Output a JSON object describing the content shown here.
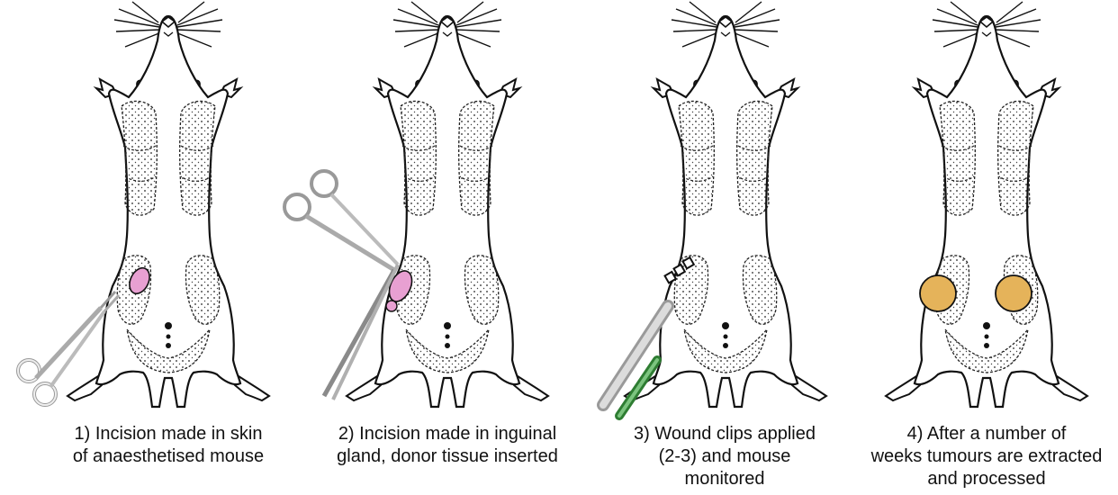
{
  "panels": [
    {
      "step": 1,
      "caption_lines": [
        "1) Incision made in skin",
        "of anaesthetised mouse"
      ]
    },
    {
      "step": 2,
      "caption_lines": [
        "2) Incision made in inguinal",
        "gland, donor tissue inserted"
      ]
    },
    {
      "step": 3,
      "caption_lines": [
        "3) Wound clips applied",
        "(2-3) and mouse",
        "monitored"
      ]
    },
    {
      "step": 4,
      "caption_lines": [
        "4) After a number of",
        "weeks tumours are extracted",
        "and processed"
      ]
    }
  ],
  "colors": {
    "outline": "#111111",
    "incision": "#e8a0d2",
    "tumour": "#e5b35a",
    "clip_tool": "#2e7d32",
    "instrument": "#cfcfcf"
  }
}
